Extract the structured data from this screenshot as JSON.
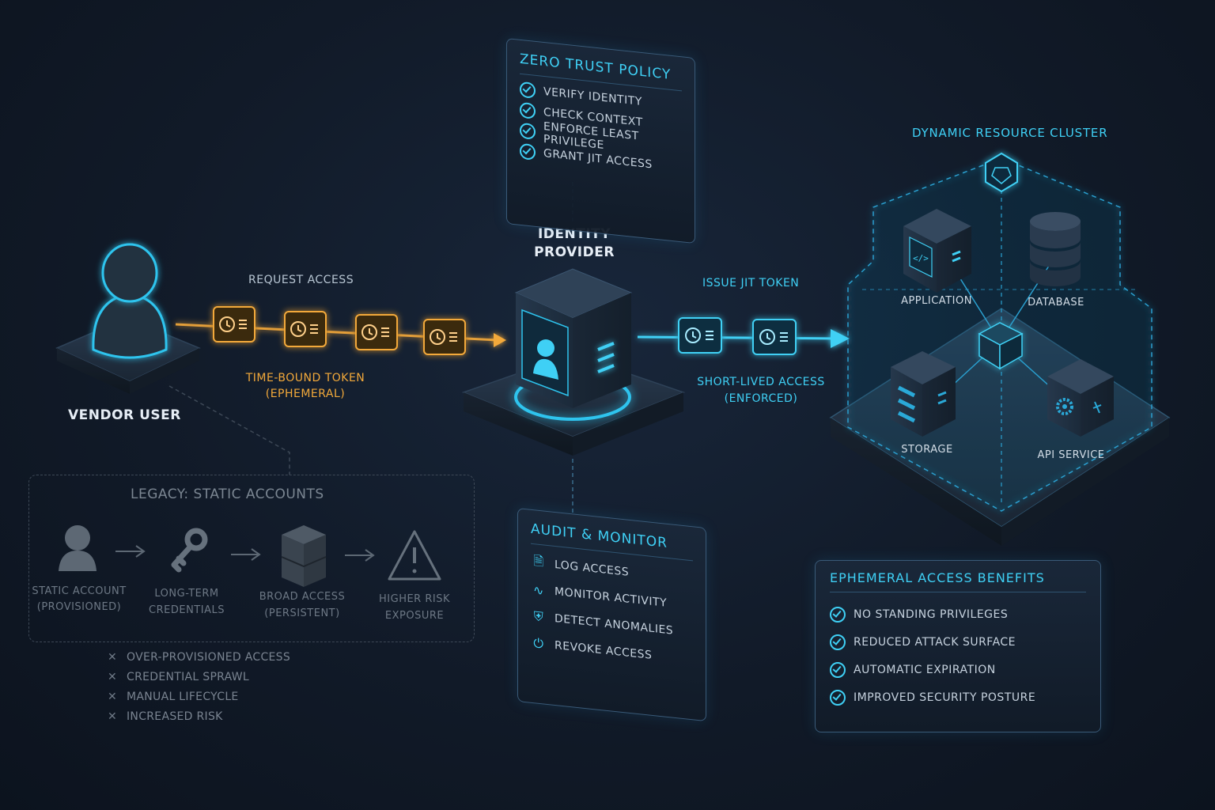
{
  "vendor_user": {
    "label": "VENDOR USER"
  },
  "request": {
    "label": "REQUEST ACCESS",
    "token_label_1": "TIME-BOUND TOKEN",
    "token_label_2": "(EPHEMERAL)"
  },
  "identity_provider": {
    "label_1": "IDENTITY",
    "label_2": "PROVIDER"
  },
  "issue": {
    "label": "ISSUE JIT TOKEN",
    "access_label_1": "SHORT-LIVED ACCESS",
    "access_label_2": "(ENFORCED)"
  },
  "zero_trust": {
    "title": "ZERO TRUST POLICY",
    "items": [
      "VERIFY IDENTITY",
      "CHECK CONTEXT",
      "ENFORCE LEAST PRIVILEGE",
      "GRANT JIT ACCESS"
    ]
  },
  "audit": {
    "title": "AUDIT & MONITOR",
    "items": [
      {
        "label": "LOG ACCESS",
        "icon": "document-icon"
      },
      {
        "label": "MONITOR ACTIVITY",
        "icon": "pulse-icon"
      },
      {
        "label": "DETECT ANOMALIES",
        "icon": "shield-icon"
      },
      {
        "label": "REVOKE ACCESS",
        "icon": "power-icon"
      }
    ]
  },
  "cluster": {
    "title": "DYNAMIC RESOURCE CLUSTER",
    "nodes": [
      "APPLICATION",
      "DATABASE",
      "STORAGE",
      "API SERVICE"
    ]
  },
  "benefits": {
    "title": "EPHEMERAL ACCESS BENEFITS",
    "items": [
      "NO STANDING PRIVILEGES",
      "REDUCED ATTACK SURFACE",
      "AUTOMATIC EXPIRATION",
      "IMPROVED SECURITY POSTURE"
    ]
  },
  "legacy": {
    "title": "LEGACY: STATIC ACCOUNTS",
    "steps": [
      {
        "line1": "STATIC ACCOUNT",
        "line2": "(PROVISIONED)"
      },
      {
        "line1": "LONG-TERM",
        "line2": "CREDENTIALS"
      },
      {
        "line1": "BROAD ACCESS",
        "line2": "(PERSISTENT)"
      },
      {
        "line1": "HIGHER RISK",
        "line2": "EXPOSURE"
      }
    ],
    "cons": [
      "OVER-PROVISIONED ACCESS",
      "CREDENTIAL SPRAWL",
      "MANUAL LIFECYCLE",
      "INCREASED RISK"
    ]
  },
  "colors": {
    "cyan": "#3fd0f5",
    "amber": "#f3a93a",
    "background": "#111a28"
  }
}
